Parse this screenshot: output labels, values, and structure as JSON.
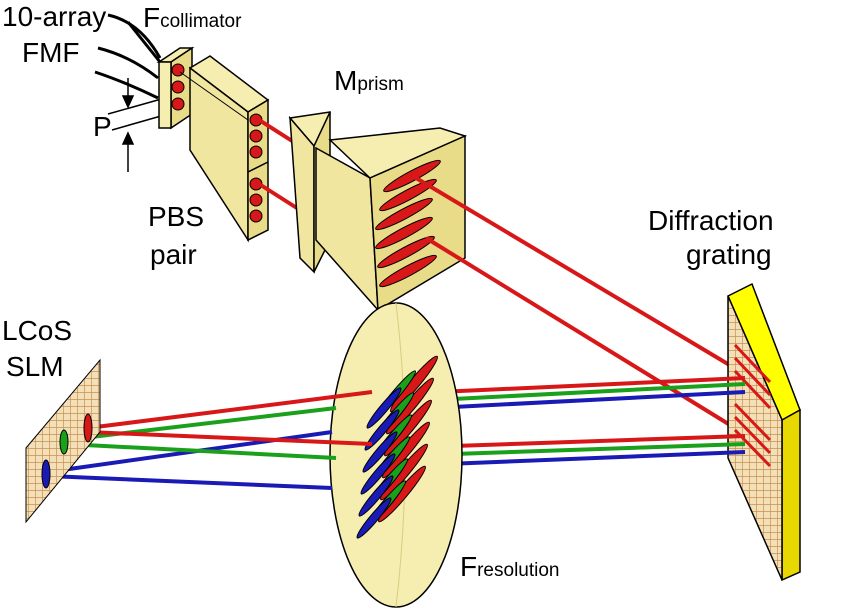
{
  "labels": {
    "fiber_array_line1": "10-array",
    "fiber_array_line2": "FMF",
    "collimator_main": "F",
    "collimator_sub": "collimator",
    "pitch": "P",
    "pbs_line1": "PBS",
    "pbs_line2": "pair",
    "prism_main": "M",
    "prism_sub": "prism",
    "grating_line1": "Diffraction",
    "grating_line2": "grating",
    "slm_line1": "LCoS",
    "slm_line2": "SLM",
    "resolution_main": "F",
    "resolution_sub": "resolution"
  },
  "colors": {
    "optic_fill": "#f5eeb0",
    "optic_stroke": "#000000",
    "beam_red": "#d81818",
    "beam_green": "#1aa01a",
    "beam_blue": "#1a1ab4",
    "grating_face": "#ffff00",
    "slm_grid": "#c89050",
    "slm_background": "#f4e0b8"
  }
}
